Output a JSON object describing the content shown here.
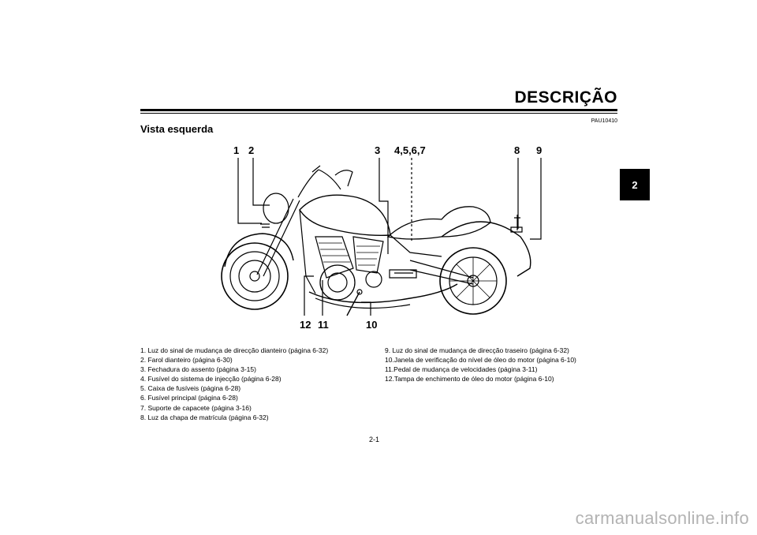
{
  "header": {
    "title": "DESCRIÇÃO",
    "code": "PAU10410",
    "subtitle": "Vista esquerda"
  },
  "chapter_tab": "2",
  "callouts": {
    "top": [
      "1",
      "2",
      "3",
      "4,5,6,7",
      "8",
      "9"
    ],
    "bottom": [
      "12",
      "11",
      "10"
    ]
  },
  "parts_left": [
    "1. Luz do sinal de mudança de direcção dianteiro (página 6-32)",
    "2. Farol dianteiro (página 6-30)",
    "3. Fechadura do assento (página 3-15)",
    "4. Fusível do sistema de injecção (página 6-28)",
    "5. Caixa de fusíveis (página 6-28)",
    "6. Fusível principal (página 6-28)",
    "7. Suporte de capacete (página 3-16)",
    "8. Luz da chapa de matrícula (página 6-32)"
  ],
  "parts_right": [
    "9. Luz do sinal de mudança de direcção traseiro (página 6-32)",
    "10.Janela de verificação do nível de óleo do motor (página 6-10)",
    "11.Pedal de mudança de velocidades (página 3-11)",
    "12.Tampa de enchimento de óleo do motor (página 6-10)"
  ],
  "page_number": "2-1",
  "watermark": "carmanualsonline.info",
  "illustration_icon": "motorcycle-left-side-illustration"
}
